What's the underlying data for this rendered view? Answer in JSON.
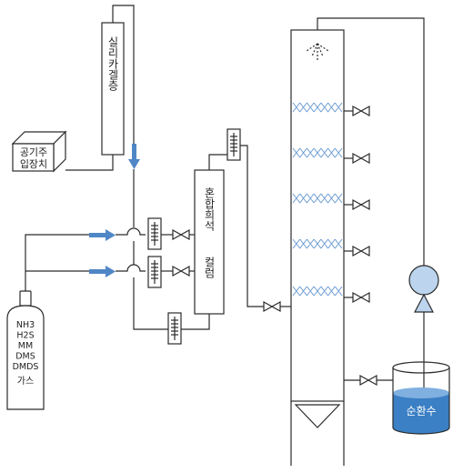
{
  "labels": {
    "silica_gel_layer": "실리카겔층",
    "air_injection_device_line1": "공기주",
    "air_injection_device_line2": "입장치",
    "mixing_dilution_column_part1": "혼합희석",
    "mixing_dilution_column_part2": "컬럼",
    "gas_components": [
      "NH3",
      "H2S",
      "MM",
      "DMS",
      "DMDS"
    ],
    "gas_suffix": "가스",
    "circulating_water": "순환수"
  },
  "colors": {
    "line": "#2b2b2b",
    "accent_blue": "#4f86c6",
    "light_blue": "#bcd4ee",
    "water_blue": "#3b7fc4",
    "water_top": "#7fb0e0"
  }
}
